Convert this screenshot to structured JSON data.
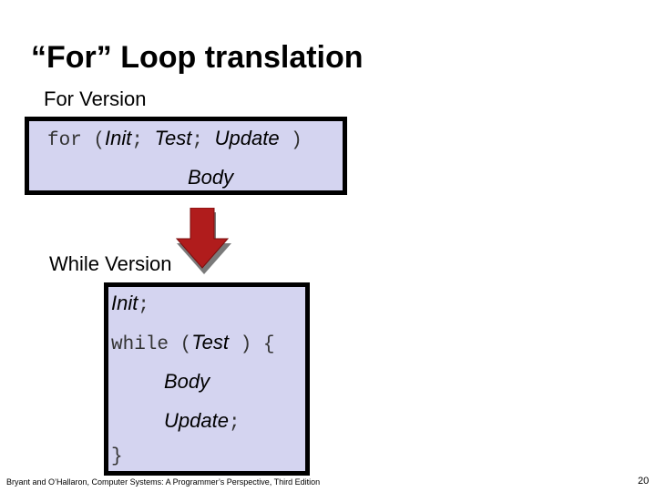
{
  "slide": {
    "title": "“For” Loop translation",
    "for_version": {
      "label": "For Version",
      "kw_for": "for",
      "open_paren": "(",
      "init": "Init",
      "semi1": ";",
      "test": "Test",
      "semi2": ";",
      "update": "Update",
      "close_paren": ")",
      "body": "Body"
    },
    "while_version": {
      "label": "While Version",
      "init": "Init",
      "semi": ";",
      "kw_while": "while",
      "open_paren": "(",
      "test": "Test",
      "close_paren": ")",
      "open_brace": "{",
      "body": "Body",
      "update": "Update",
      "update_semi": ";",
      "close_brace": "}"
    },
    "footer": "Bryant and O’Hallaron, Computer Systems: A Programmer’s Perspective, Third Edition",
    "page_number": "20",
    "colors": {
      "box_fill": "#d4d4f0",
      "arrow": "#b01c1c"
    },
    "icons": {
      "arrow": "down-arrow-icon"
    }
  }
}
